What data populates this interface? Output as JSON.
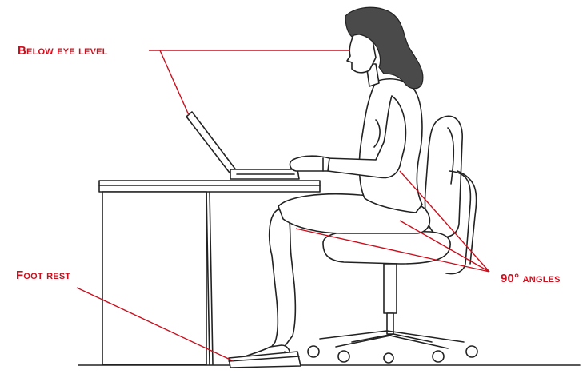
{
  "labels": {
    "below_eye_level": "Below eye level",
    "foot_rest": "Foot rest",
    "angles": "90° angles"
  },
  "colors": {
    "label_red": "#c8101e",
    "line_ink": "#222222",
    "hair": "#4a4a4a"
  }
}
